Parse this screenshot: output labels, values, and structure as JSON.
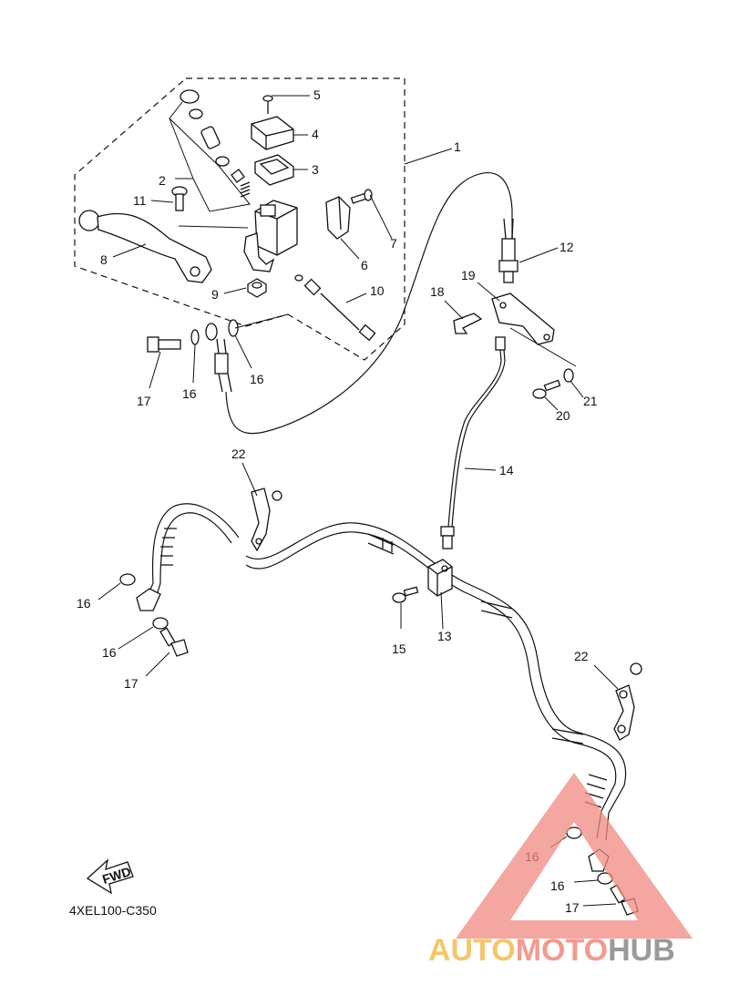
{
  "diagram": {
    "part_numbers": [
      "1",
      "2",
      "3",
      "4",
      "5",
      "6",
      "7",
      "8",
      "9",
      "10",
      "11",
      "12",
      "13",
      "14",
      "15",
      "16",
      "16",
      "16",
      "16",
      "16",
      "16",
      "17",
      "17",
      "17",
      "18",
      "19",
      "20",
      "21",
      "22",
      "22"
    ],
    "catalog_code": "4XEL100-C350",
    "fwd_label": "FWD"
  },
  "watermark": {
    "part1": "AUTO",
    "part2": "MOTO",
    "part3": "HUB",
    "colors": {
      "auto": "#f4c66c",
      "moto": "#f29a8e",
      "hub": "#9a9a9a",
      "triangle": "#f08a80"
    }
  }
}
